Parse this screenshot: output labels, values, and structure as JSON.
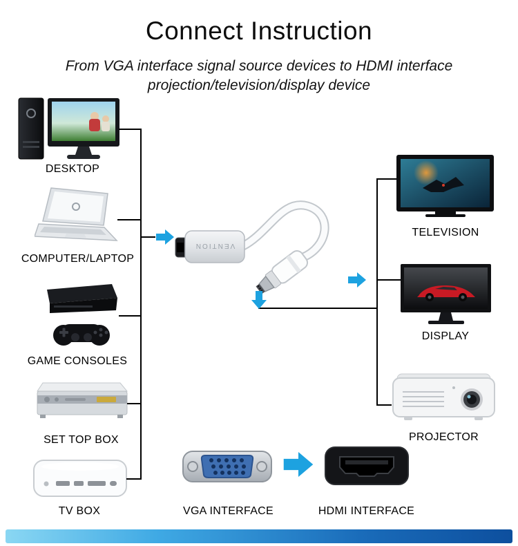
{
  "title": "Connect Instruction",
  "subtitle": {
    "line1": "From VGA interface signal source devices to HDMI interface",
    "line2": "projection/television/display device"
  },
  "source_devices": [
    {
      "label": "DESKTOP"
    },
    {
      "label": "COMPUTER/LAPTOP"
    },
    {
      "label": "GAME CONSOLES"
    },
    {
      "label": "SET TOP BOX"
    },
    {
      "label": "TV BOX"
    }
  ],
  "output_devices": [
    {
      "label": "TELEVISION"
    },
    {
      "label": "DISPLAY"
    },
    {
      "label": "PROJECTOR"
    }
  ],
  "interfaces": [
    {
      "label": "VGA INTERFACE"
    },
    {
      "label": "HDMI INTERFACE"
    }
  ],
  "adapter": {
    "brand": "VENTION"
  },
  "colors": {
    "arrow": "#1da2e0",
    "line": "#000000",
    "footer_gradient_start": "#8ad7f3",
    "footer_gradient_end": "#0d4f9e"
  }
}
